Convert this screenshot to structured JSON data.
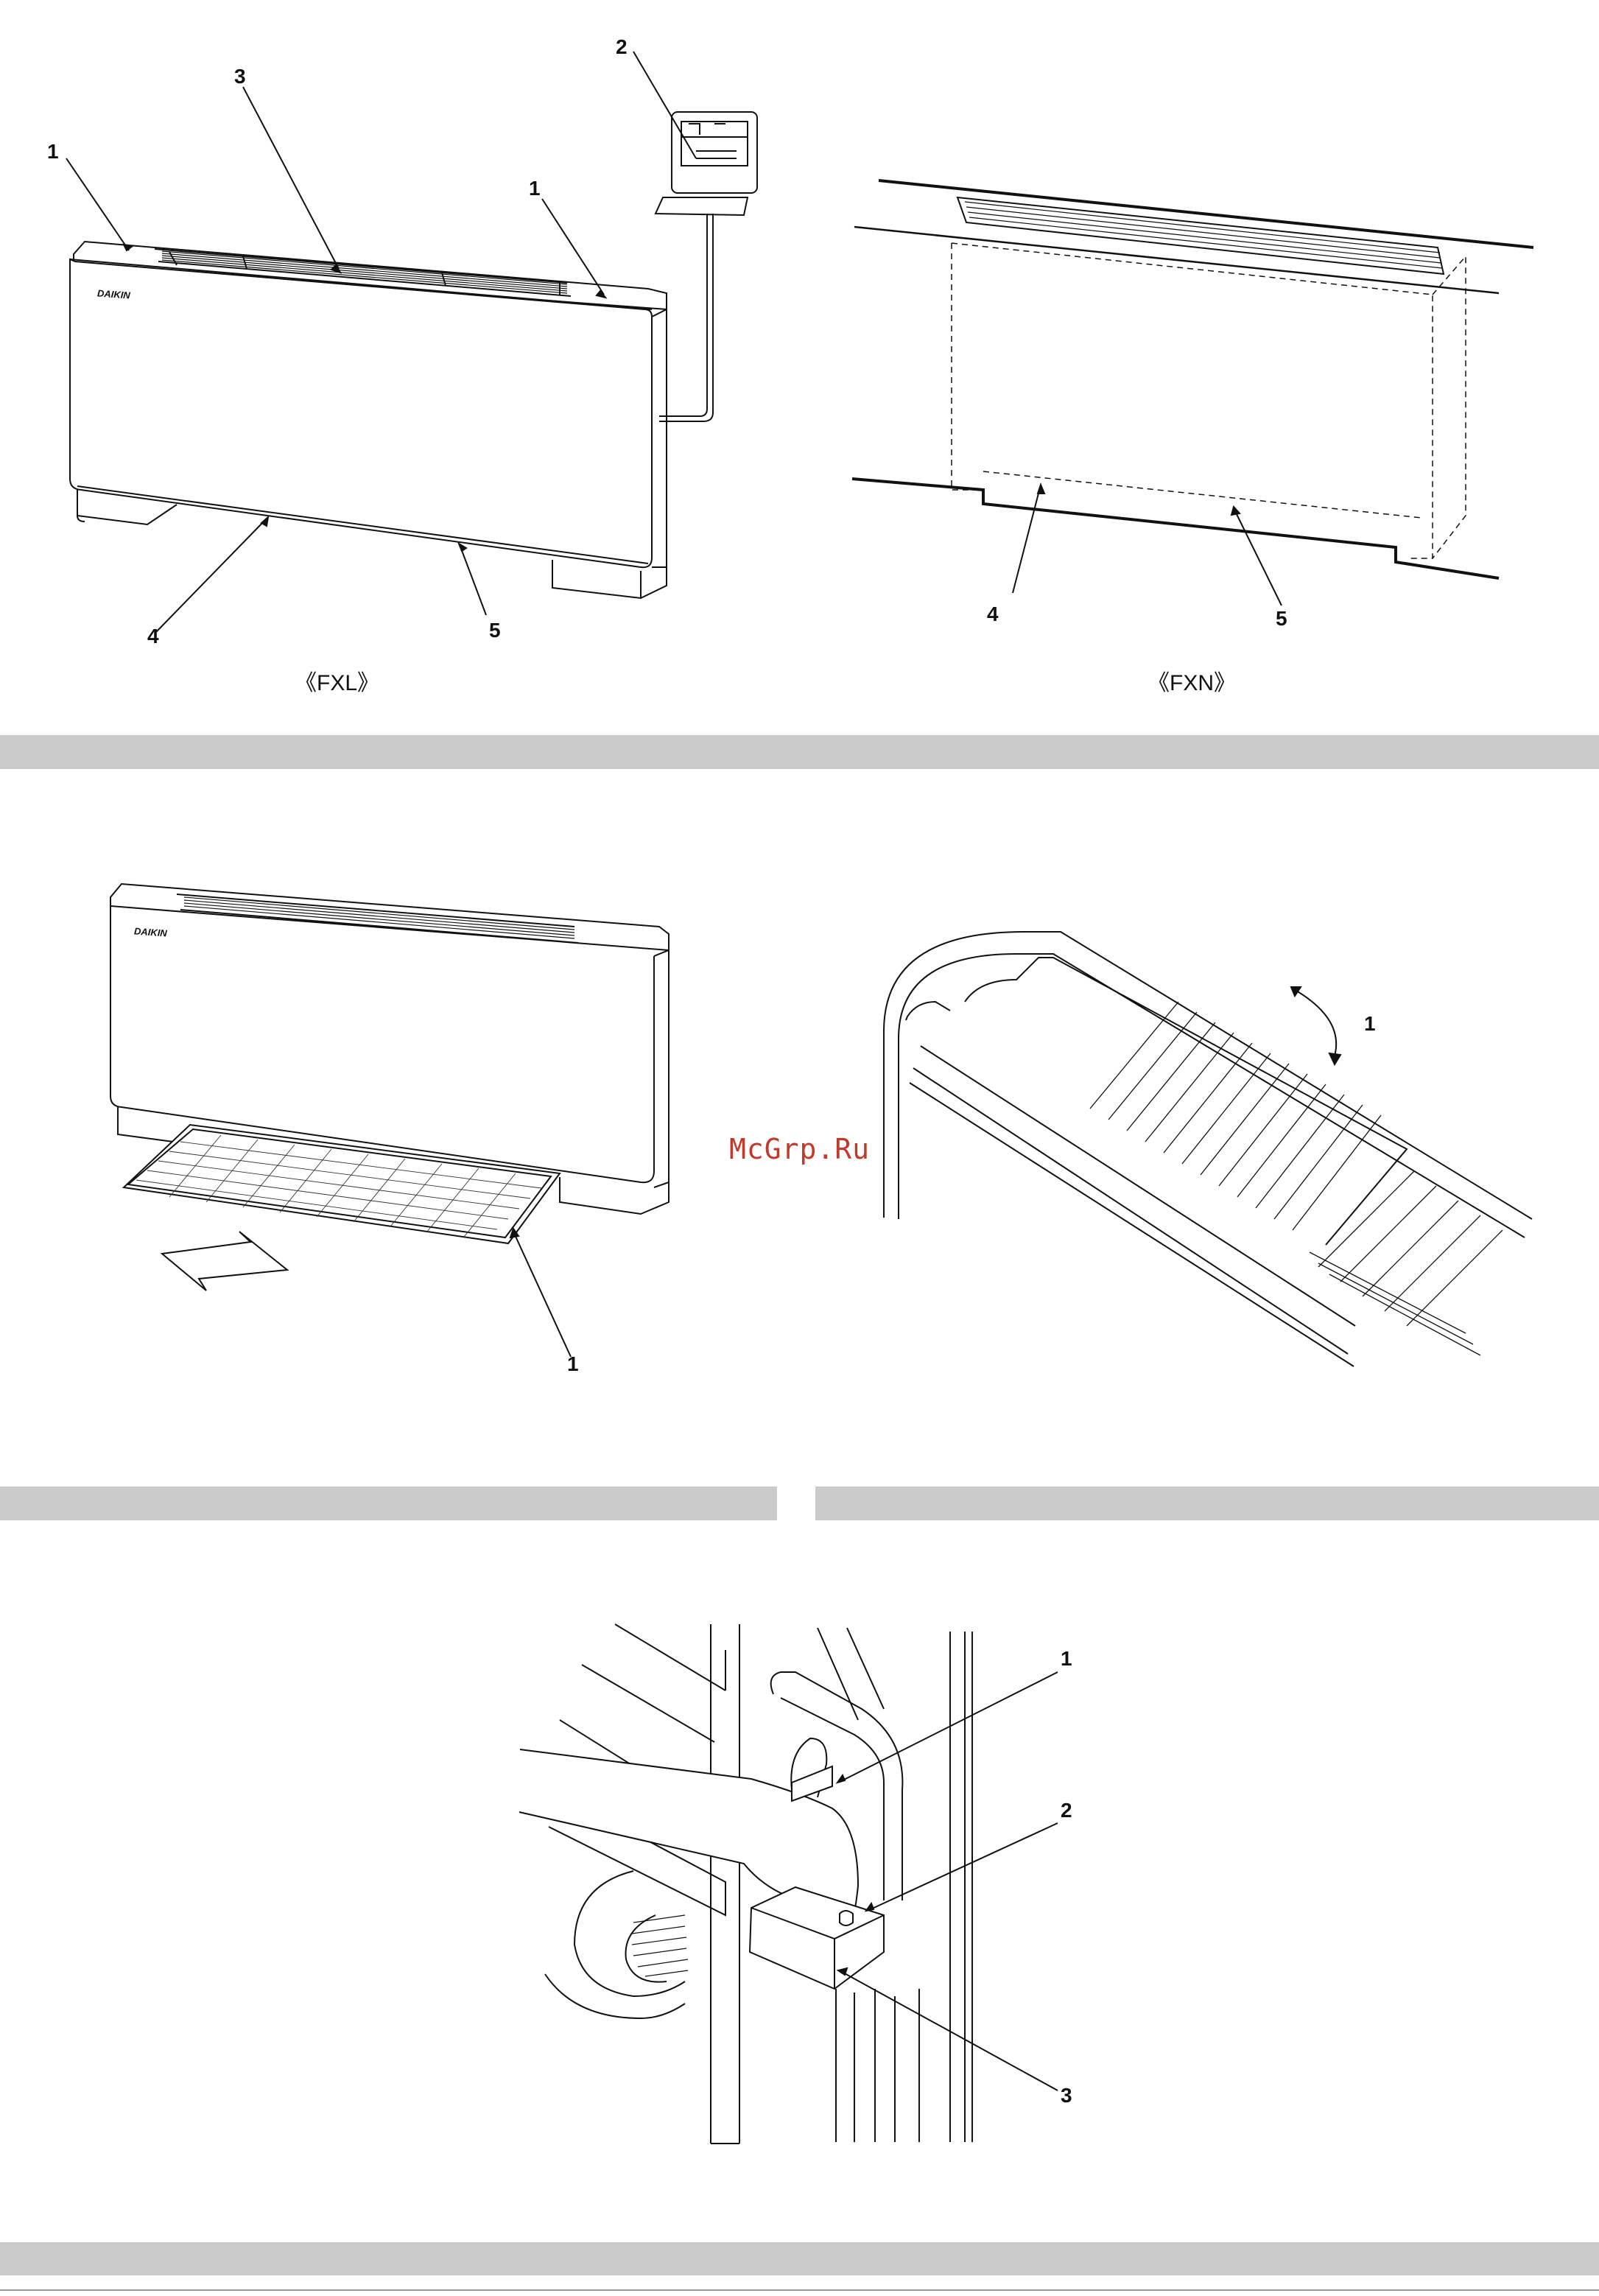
{
  "figure1": {
    "left_caption": "《FXL》",
    "right_caption": "《FXN》",
    "left_callouts": [
      "1",
      "2",
      "3",
      "1",
      "4",
      "5"
    ],
    "right_callouts": [
      "4",
      "5"
    ],
    "brand": "DAIKIN"
  },
  "figure2": {
    "left_callout": "1",
    "right_callout": "1",
    "brand": "DAIKIN",
    "watermark": "McGrp.Ru"
  },
  "figure3": {
    "callouts": [
      "1",
      "2",
      "3"
    ]
  },
  "colors": {
    "band": "#cbcbcb",
    "line": "#111111",
    "watermark": "#c0392b"
  }
}
